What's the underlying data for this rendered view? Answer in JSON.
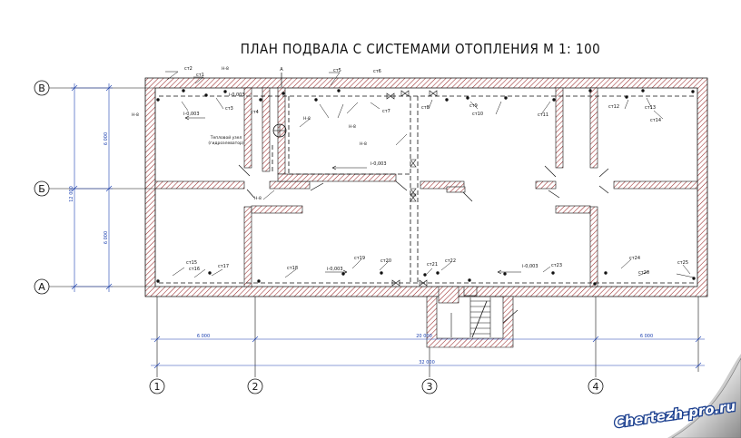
{
  "title": "ПЛАН ПОДВАЛА С СИСТЕМАМИ ОТОПЛЕНИЯ М 1: 100",
  "axes": {
    "rows": [
      "В",
      "Б",
      "А"
    ],
    "columns": [
      "1",
      "2",
      "3",
      "4"
    ]
  },
  "dimensions": {
    "left_total": "12 000",
    "left_upper": "6 000",
    "left_lower": "6 000",
    "bottom_left": "6 000",
    "bottom_middle": "20 000",
    "bottom_right": "6 000",
    "bottom_total": "32 000"
  },
  "radiators": {
    "top": [
      "ст1",
      "ст2",
      "ст3",
      "ст4",
      "ст5",
      "ст6",
      "ст7",
      "ст8",
      "ст9",
      "ст10",
      "ст11",
      "ст12",
      "ст13",
      "ст14"
    ],
    "bottom": [
      "ст15",
      "ст16",
      "ст17",
      "ст18",
      "ст19",
      "ст20",
      "ст21",
      "ст22",
      "ст23",
      "ст24",
      "ст25",
      "ст26"
    ]
  },
  "slopes": {
    "top_left": "i-0,003",
    "center": "i-0,003",
    "bottom_a": "i-0,003",
    "bottom_b": "i-0,003",
    "bottom_c": "i-0,003"
  },
  "notes": {
    "ha_1": "Н-8",
    "ha_2": "Н-8",
    "ha_3": "Н-8",
    "ha_4": "Н-8",
    "ha_5": "Н-8",
    "ha_6": "Н-8",
    "section_mark": "А",
    "heat_unit_line1": "Тепловой узел",
    "heat_unit_line2": "(гидроэлеватор)"
  },
  "watermark": "Chertezh-pro.ru",
  "colors": {
    "wall_hatch": "#9a2a2a",
    "dimension": "#1a3fb0",
    "lines": "#111111"
  }
}
